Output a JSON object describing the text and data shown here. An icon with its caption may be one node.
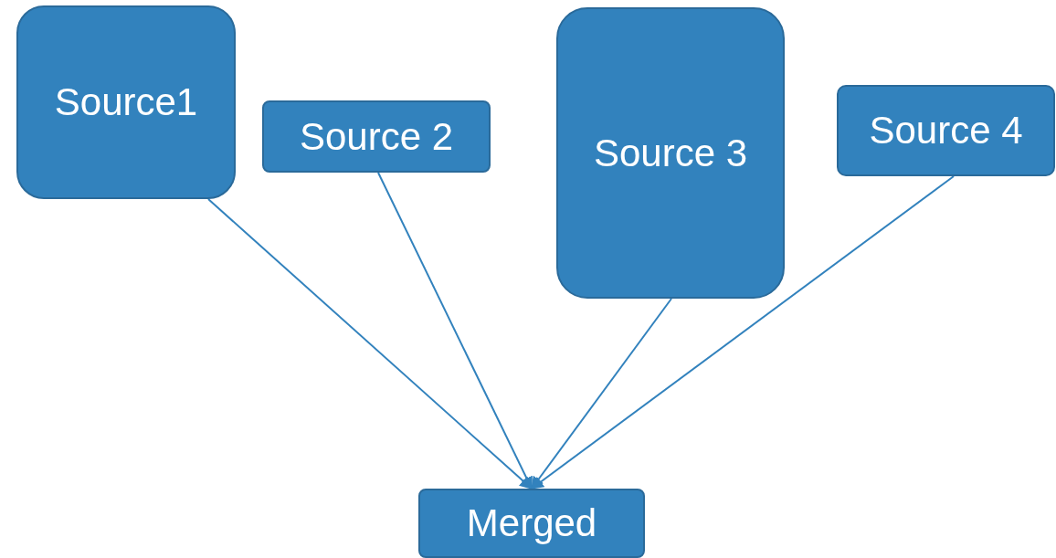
{
  "diagram": {
    "nodes": [
      {
        "text": [
          "Source1"
        ]
      },
      {
        "text": [
          "Source 2"
        ]
      },
      {
        "text": [
          "Source 3"
        ]
      },
      {
        "text": [
          "Source 4"
        ]
      },
      {
        "text": [
          "Merged"
        ]
      }
    ],
    "edges": [
      {
        "from": 0,
        "to": 4,
        "arrow": "to"
      },
      {
        "from": 1,
        "to": 4,
        "arrow": "to"
      },
      {
        "from": 2,
        "to": 4,
        "arrow": "to"
      },
      {
        "from": 3,
        "to": 4,
        "arrow": "to"
      }
    ]
  }
}
